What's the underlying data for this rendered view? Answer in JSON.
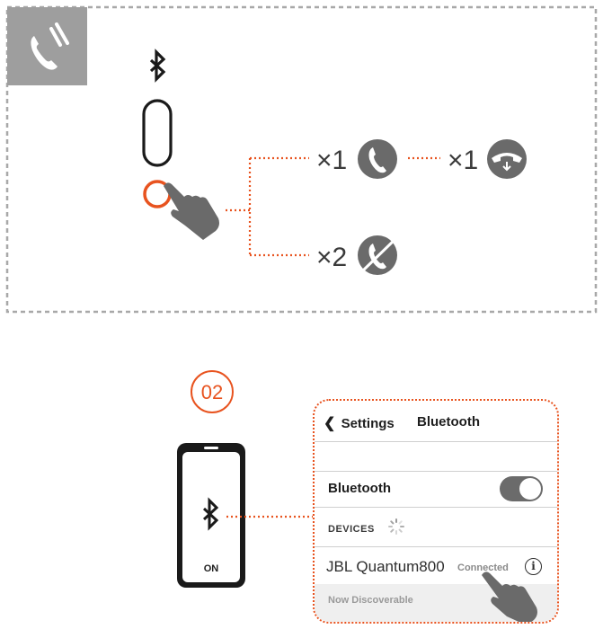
{
  "step": {
    "number": "02"
  },
  "top_panel": {
    "actions": [
      {
        "count": "×1",
        "icon": "answer-call-icon"
      },
      {
        "count": "×1",
        "icon": "end-call-icon"
      },
      {
        "count": "×2",
        "icon": "reject-call-icon"
      }
    ],
    "icons": {
      "corner": "phone-call-icon",
      "bluetooth": "bluetooth-icon",
      "button": "pill-button-icon",
      "press": "pointing-hand-icon"
    }
  },
  "phone": {
    "status": "ON",
    "icon": "bluetooth-icon"
  },
  "settings": {
    "back_label": "Settings",
    "title": "Bluetooth",
    "bluetooth_label": "Bluetooth",
    "toggle_state": "on",
    "devices_label": "DEVICES",
    "device": {
      "name": "JBL Quantum800",
      "status": "Connected"
    },
    "discoverable_label": "Now Discoverable"
  },
  "colors": {
    "accent": "#e8531f",
    "dark": "#3a3a3a",
    "border": "#a8a8a8"
  }
}
